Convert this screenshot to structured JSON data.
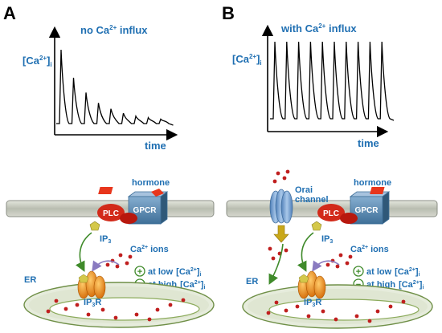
{
  "colors": {
    "label_blue": "#1f6fb2",
    "trace": "#000000",
    "membrane_fill": "#c8ccc0",
    "gpcr": "#5f8fb8",
    "plc": "#d22a1a",
    "hormone": "#e8361c",
    "ion": "#c01f1f",
    "er_ring": "#8cab5c",
    "receptor": "#f08c1a",
    "orai": "#7aa6d6",
    "arrow_green": "#3f8a2a",
    "arrow_purple": "#8a7bc0",
    "ip3": "#d4c84a"
  },
  "panel_a": {
    "letter": "A",
    "title_main": "no Ca",
    "title_sup": "2+",
    "title_tail": " influx",
    "y_label_main": "[Ca",
    "y_label_sup": "2+",
    "y_label_close": "]",
    "y_label_sub": "i",
    "x_label": "time",
    "hormone": "hormone",
    "gpcr": "GPCR",
    "plc": "PLC",
    "ip3_main": "IP",
    "ip3_sub": "3",
    "ions_main": "Ca",
    "ions_sup": "2+",
    "ions_tail": " ions",
    "plus": "+",
    "minus": "−",
    "low_text": "at low",
    "high_text": "at high",
    "conc_main": "[Ca",
    "conc_sup": "2+",
    "conc_close": "]",
    "conc_sub": "i",
    "er": "ER",
    "ip3r_main": "IP",
    "ip3r_sub": "3",
    "ip3r_tail": "R"
  },
  "panel_b": {
    "letter": "B",
    "title_main": "with Ca",
    "title_sup": "2+",
    "title_tail": " influx",
    "y_label_main": "[Ca",
    "y_label_sup": "2+",
    "y_label_close": "]",
    "y_label_sub": "i",
    "x_label": "time",
    "orai_line1": "Orai",
    "orai_line2": "channel",
    "hormone": "hormone",
    "gpcr": "GPCR",
    "plc": "PLC",
    "ip3_main": "IP",
    "ip3_sub": "3",
    "ions_main": "Ca",
    "ions_sup": "2+",
    "ions_tail": " ions",
    "plus": "+",
    "minus": "−",
    "low_text": "at low",
    "high_text": "at high",
    "conc_main": "[Ca",
    "conc_sup": "2+",
    "conc_close": "]",
    "conc_sub": "i",
    "er": "ER",
    "ip3r_main": "IP",
    "ip3r_sub": "3",
    "ip3r_tail": "R"
  },
  "trace_a": {
    "description_only": false,
    "spike_heights": [
      1.0,
      0.62,
      0.42,
      0.28,
      0.2,
      0.14,
      0.1,
      0.08,
      0.06
    ]
  },
  "trace_b": {
    "spike_heights": [
      1,
      1,
      1,
      1,
      1,
      1,
      1,
      1,
      1,
      1
    ]
  }
}
